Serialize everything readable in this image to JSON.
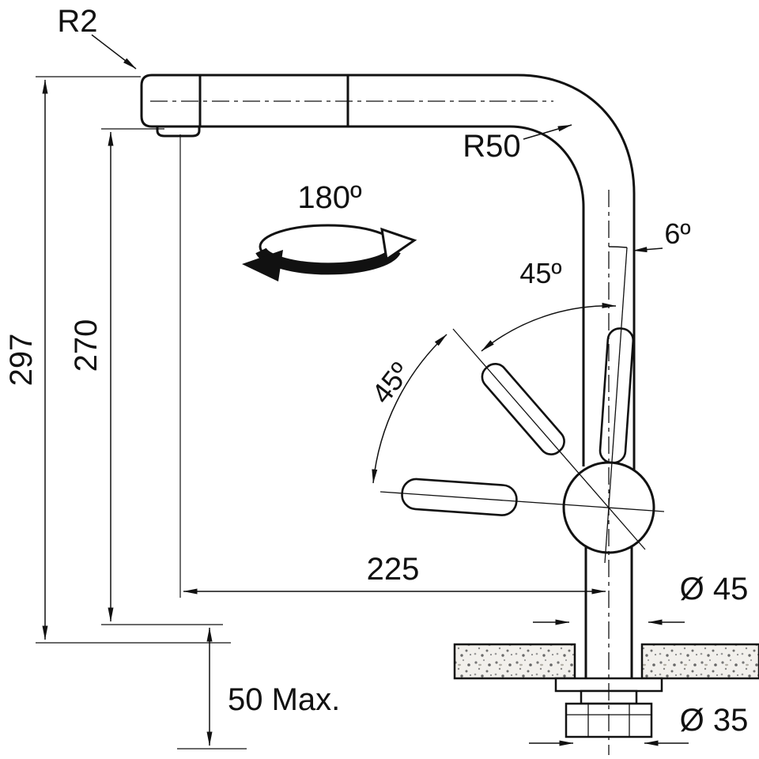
{
  "diagram": {
    "subject": "Pull-out kitchen mixer tap - dimensional technical drawing",
    "units": "mm",
    "dimensions": {
      "total_height": 297,
      "spout_underside_height": 270,
      "spout_reach": 225,
      "body_base_diameter": 45,
      "mounting_hole_diameter": 35,
      "max_worktop_thickness": 50,
      "top_corner_radius": 2,
      "bend_radius": 50,
      "spout_swivel_angle": 180,
      "handle_rest_tilt": 6,
      "handle_swing_step": 45
    }
  },
  "labels": {
    "radius_top": "R2",
    "radius_bend": "R50",
    "swivel": "180º",
    "handle_tilt": "6º",
    "handle_angle_upper": "45º",
    "handle_angle_lower": "45º",
    "height_total": "297",
    "height_spout": "270",
    "reach": "225",
    "base_diameter": "Ø 45",
    "max_thickness": "50 Max.",
    "hole_diameter": "Ø 35"
  },
  "colors": {
    "line": "#111111",
    "background": "#ffffff",
    "counter_fill": "#f2f0ec",
    "speck": "#777777"
  }
}
